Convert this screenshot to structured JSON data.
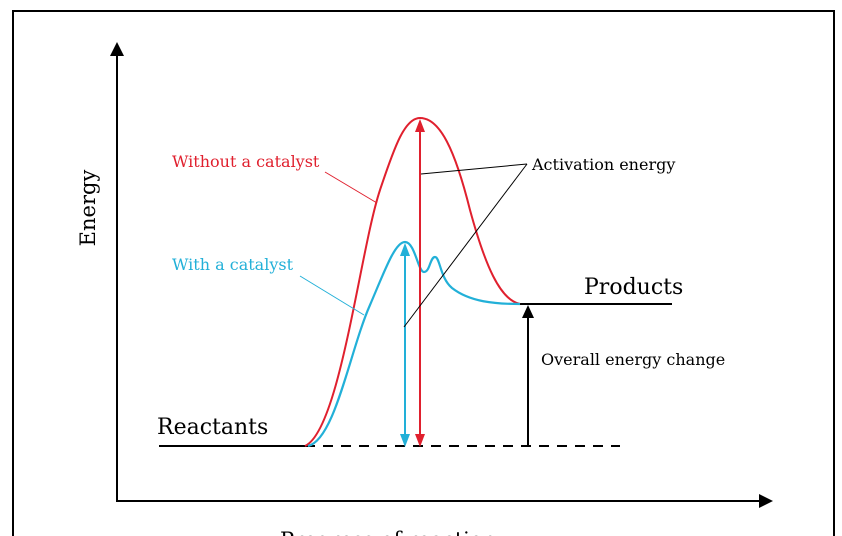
{
  "labels": {
    "without_catalyst": "Without a catalyst",
    "with_catalyst": "With a catalyst",
    "activation_energy": "Activation energy",
    "products": "Products",
    "overall_energy_change": "Overall energy change",
    "reactants": "Reactants",
    "y_axis": "Energy",
    "x_axis": "Progress of reaction"
  },
  "colors": {
    "without_catalyst": "#e0202e",
    "with_catalyst": "#22b0d8",
    "axes": "#000000"
  }
}
